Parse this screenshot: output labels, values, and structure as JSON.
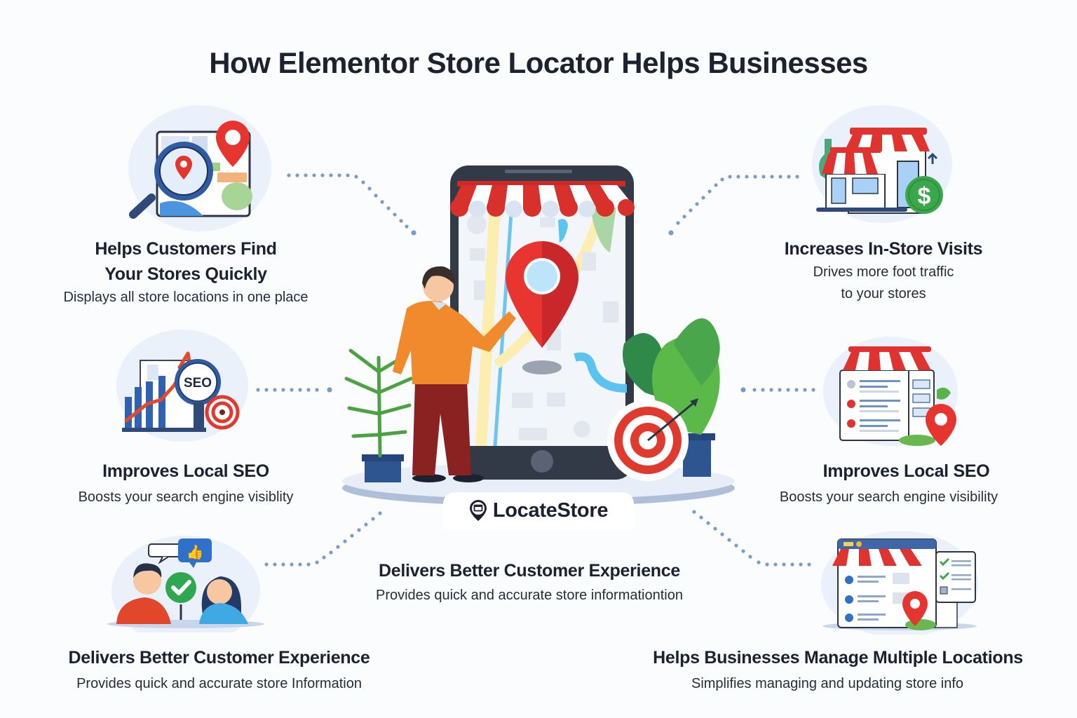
{
  "title": "How Elementor Store Locator Helps Businesses",
  "brand": {
    "name": "LocateStore",
    "icon": "map-pin-store-icon"
  },
  "features": [
    {
      "id": "find-stores",
      "heading_line1": "Helps Customers Find",
      "heading_line2": "Your Stores Quickly",
      "description": "Displays all store locations in one place",
      "icon": "map-magnifier-pin-icon"
    },
    {
      "id": "local-seo-left",
      "heading": "Improves Local SEO",
      "description": "Boosts your search engine visiblity",
      "icon": "seo-chart-magnifier-icon"
    },
    {
      "id": "customer-experience-left",
      "heading": "Delivers Better Customer Experience",
      "description": "Provides quick and accurate store Information",
      "icon": "happy-customers-icon"
    },
    {
      "id": "in-store-visits",
      "heading": "Increases In-Store Visits",
      "description_line1": "Drives more foot traffic",
      "description_line2": "to your stores",
      "icon": "storefront-dollar-icon"
    },
    {
      "id": "local-seo-right",
      "heading": "Improves Local SEO",
      "description": "Boosts your search engine visibility",
      "icon": "store-listing-pin-icon"
    },
    {
      "id": "multiple-locations",
      "heading": "Helps Businesses Manage Multiple Locations",
      "description": "Simplifies managing and updating store info",
      "icon": "store-dashboard-checklist-icon"
    },
    {
      "id": "customer-experience-center",
      "heading": "Delivers Better Customer Experience",
      "description": "Provides quick and accurate store informationtion"
    }
  ],
  "center_illustration": {
    "icon": "phone-map-storefront-icon",
    "elements": [
      "smartphone-with-awning",
      "map-location-pin",
      "man-pointing",
      "potted-fern",
      "monstera-plant",
      "target-with-arrow",
      "podium"
    ]
  },
  "colors": {
    "title": "#1c2230",
    "text": "#1b2130",
    "awning_red": "#e0322e",
    "pin_red": "#e8352f",
    "dots_blue": "#7a9cc8",
    "circle_bg": "#eaf1fb",
    "phone_dark": "#323a48",
    "green": "#3fa84a"
  }
}
